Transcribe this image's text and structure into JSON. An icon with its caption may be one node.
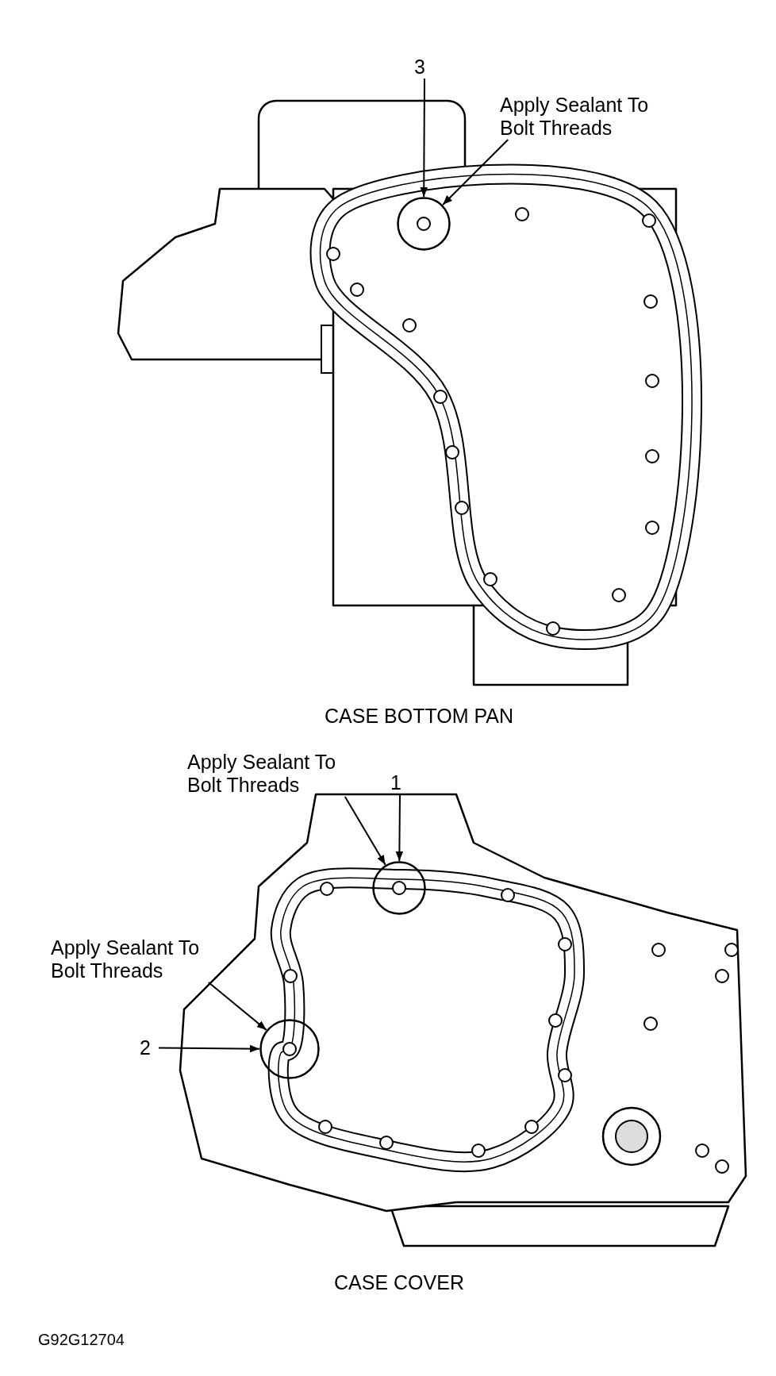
{
  "diagram": {
    "nodes": [
      {
        "text": [
          "3"
        ]
      },
      {
        "text": [
          "Apply Sealant To Bolt Threads"
        ]
      },
      {
        "text": [],
        "shape": "circle"
      },
      {
        "text": [
          "Apply Sealant To Bolt Threads"
        ]
      },
      {
        "text": [
          "1"
        ]
      },
      {
        "text": [],
        "shape": "circle"
      },
      {
        "text": [
          "Apply Sealant To Bolt Threads"
        ]
      },
      {
        "text": [
          "2"
        ]
      },
      {
        "text": [],
        "shape": "circle"
      }
    ],
    "edges": [
      {
        "from": 0,
        "to": 2,
        "arrow": "to"
      },
      {
        "from": 1,
        "to": 2,
        "arrow": "to"
      },
      {
        "from": 3,
        "to": 5,
        "arrow": "to"
      },
      {
        "from": 4,
        "to": 5,
        "arrow": "to"
      },
      {
        "from": 6,
        "to": 8,
        "arrow": "to"
      },
      {
        "from": 7,
        "to": 8,
        "arrow": "to"
      }
    ],
    "labels": [
      "CASE BOTTOM PAN",
      "CASE COVER",
      "G92G12704"
    ]
  }
}
